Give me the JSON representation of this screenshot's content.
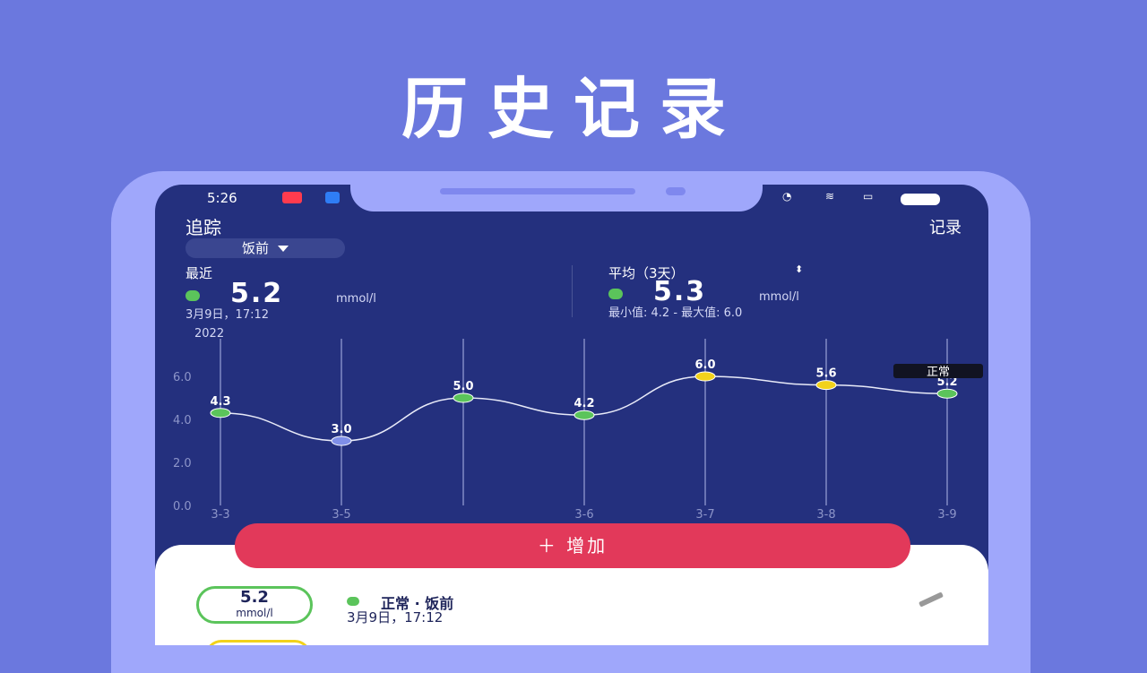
{
  "banner": {
    "title": "历史记录"
  },
  "status_bar": {
    "time": "5:26"
  },
  "header": {
    "title": "追踪",
    "record_link": "记录"
  },
  "filter": {
    "selected": "饭前"
  },
  "latest": {
    "label": "最近",
    "value": "5.2",
    "unit": "mmol/l",
    "datetime": "3月9日，17:12",
    "status_color": "#5bc45b"
  },
  "average": {
    "label": "平均（3天）",
    "value": "5.3",
    "unit": "mmol/l",
    "range_text": "最小值: 4.2 - 最大值: 6.0",
    "status_color": "#5bc45b"
  },
  "chart_data": {
    "type": "line",
    "year_label": "2022",
    "ylim": [
      0,
      6
    ],
    "y_ticks": [
      "6.0",
      "4.0",
      "2.0",
      "0.0"
    ],
    "categories": [
      "3-3",
      "3-5",
      "",
      "3-6",
      "3-7",
      "3-8",
      "3-9"
    ],
    "values": [
      4.3,
      3.0,
      5.0,
      4.2,
      6.0,
      5.6,
      5.2
    ],
    "value_labels": [
      "4.3",
      "3.0",
      "5.0",
      "4.2",
      "6.0",
      "5.6",
      "5.2"
    ],
    "point_colors": [
      "#5bc45b",
      "#7f8fe8",
      "#5bc45b",
      "#5bc45b",
      "#f2d21b",
      "#f2d21b",
      "#5bc45b"
    ],
    "tooltip": "正常",
    "grid": true
  },
  "add_button": {
    "label": "＋  增加"
  },
  "entry": {
    "value": "5.2",
    "unit": "mmol/l",
    "title": "正常 · 饭前",
    "datetime": "3月9日，17:12",
    "status_color": "#5bc45b"
  }
}
